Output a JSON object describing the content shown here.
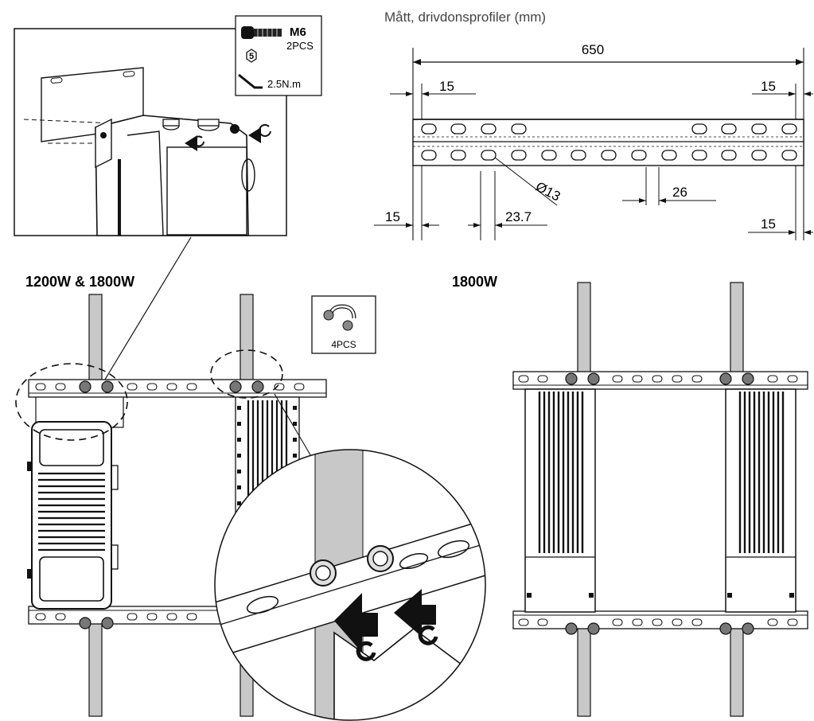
{
  "profile": {
    "title": "Mått, drivdonsprofiler (mm)",
    "length": "650",
    "end_left_top": "15",
    "end_right_top": "15",
    "end_left_bottom": "15",
    "end_right_bottom": "15",
    "hole_diameter": "Ø13",
    "slot_pitch": "26",
    "slot_offset": "23.7"
  },
  "detail": {
    "screw_spec": "M6",
    "screw_qty": "2PCS",
    "key_size": "5",
    "torque": "2.5N.m"
  },
  "ubolt": {
    "qty": "4PCS"
  },
  "variants": {
    "left_title": "1200W & 1800W",
    "right_title": "1800W"
  }
}
